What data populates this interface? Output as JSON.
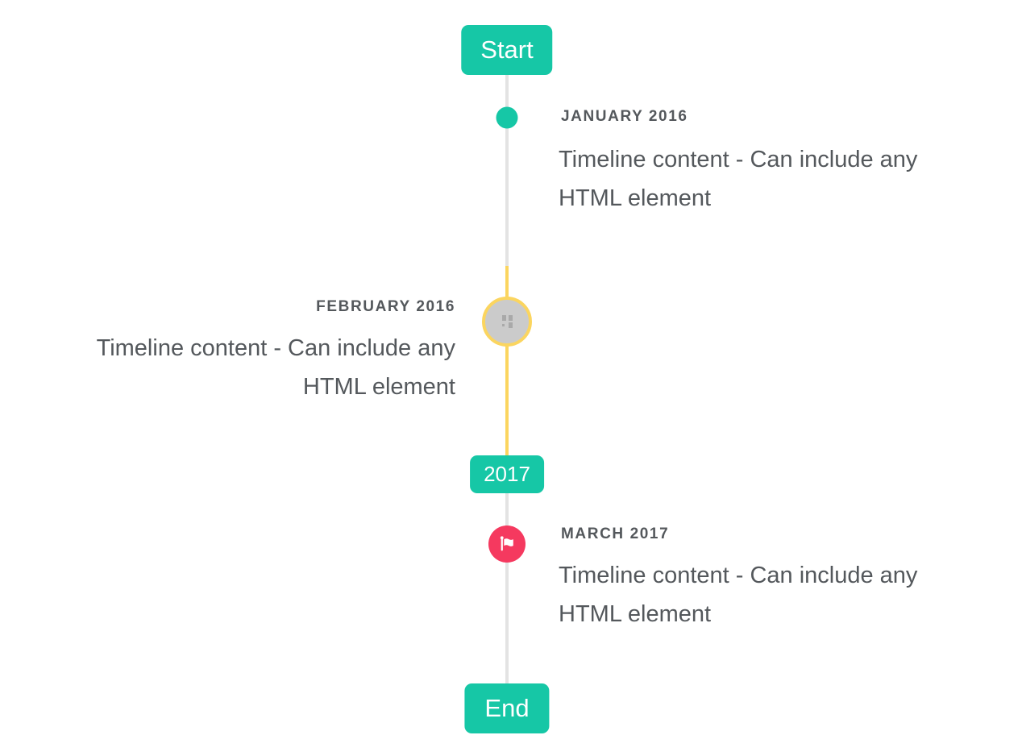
{
  "timeline": {
    "start_badge": "Start",
    "year_badge": "2017",
    "end_badge": "End",
    "items": [
      {
        "title": "JANUARY 2016",
        "content_lines": [
          "Timeline content - Can include any",
          "HTML element"
        ],
        "side": "right",
        "marker": "teal-dot"
      },
      {
        "title": "FEBRUARY 2016",
        "content_lines": [
          "Timeline content - Can include any",
          "HTML element"
        ],
        "side": "left",
        "marker": "gray-circle-yellow-ring-broken-image"
      },
      {
        "title": "MARCH 2017",
        "content_lines": [
          "Timeline content - Can include any",
          "HTML element"
        ],
        "side": "right",
        "marker": "red-flag-dot"
      }
    ],
    "colors": {
      "accent_teal": "#16c7a6",
      "highlight_yellow": "#fbd55f",
      "line_gray": "#e3e3e3",
      "marker_gray_fill": "#cbcbcb",
      "flag_red": "#f5395f",
      "text": "#54585c",
      "badge_text": "#ffffff"
    }
  }
}
